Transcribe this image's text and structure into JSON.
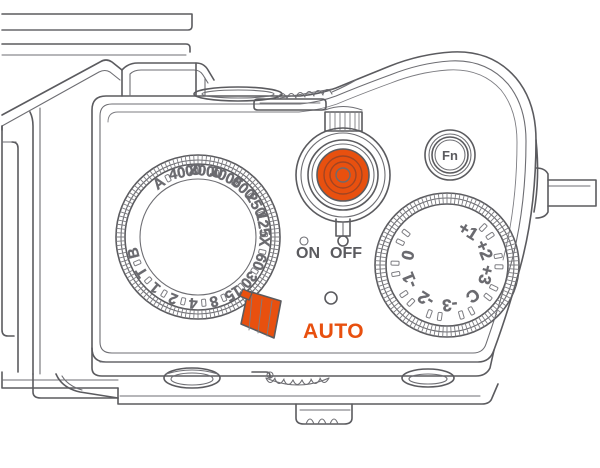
{
  "image": {
    "title": "Camera top plate line drawing",
    "subject": "mirrorless camera top-deck controls",
    "background_color": "#ffffff",
    "line_color": "#5b5b5f",
    "accent_color": "#e8500f"
  },
  "callout": {
    "label": "AUTO",
    "label_color": "#e8500f",
    "pointer_color": "#e8500f",
    "pointer_name": "auto-lever"
  },
  "shutter_speed_dial": {
    "name": "shutter-speed-dial",
    "center_label": "",
    "markings": [
      {
        "label": "A",
        "angle": -126
      },
      {
        "label": "4000",
        "angle": -101
      },
      {
        "label": "2000",
        "angle": -83
      },
      {
        "label": "1000",
        "angle": -65
      },
      {
        "label": "500",
        "angle": -47
      },
      {
        "label": "250",
        "angle": -29
      },
      {
        "label": "125",
        "angle": -11
      },
      {
        "label": "X",
        "angle": 4
      },
      {
        "label": "60",
        "angle": 22
      },
      {
        "label": "30",
        "angle": 40
      },
      {
        "label": "15",
        "angle": 58
      },
      {
        "label": "8",
        "angle": 76
      },
      {
        "label": "4",
        "angle": 94
      },
      {
        "label": "2",
        "angle": 112
      },
      {
        "label": "1",
        "angle": 130
      },
      {
        "label": "T",
        "angle": 148
      },
      {
        "label": "B",
        "angle": 166
      }
    ]
  },
  "exposure_compensation_dial": {
    "name": "exposure-compensation-dial",
    "markings": [
      {
        "label": "+1",
        "angle": -58
      },
      {
        "label": "+2",
        "angle": -22
      },
      {
        "label": "+3",
        "angle": 14
      },
      {
        "label": "C",
        "angle": 50
      },
      {
        "label": "-3",
        "angle": 86
      },
      {
        "label": "-2",
        "angle": 122
      },
      {
        "label": "-1",
        "angle": 158
      },
      {
        "label": "0",
        "angle": 194
      }
    ]
  },
  "shutter_button": {
    "name": "shutter-release-button",
    "center_color": "#e8500f"
  },
  "power_switch": {
    "name": "power-switch",
    "on_label": "ON",
    "off_label": "OFF"
  },
  "function_button": {
    "name": "fn-button",
    "label": "Fn"
  },
  "indicator_lamp": {
    "name": "indicator-lamp"
  },
  "hot_shoe": {
    "name": "hot-shoe"
  }
}
